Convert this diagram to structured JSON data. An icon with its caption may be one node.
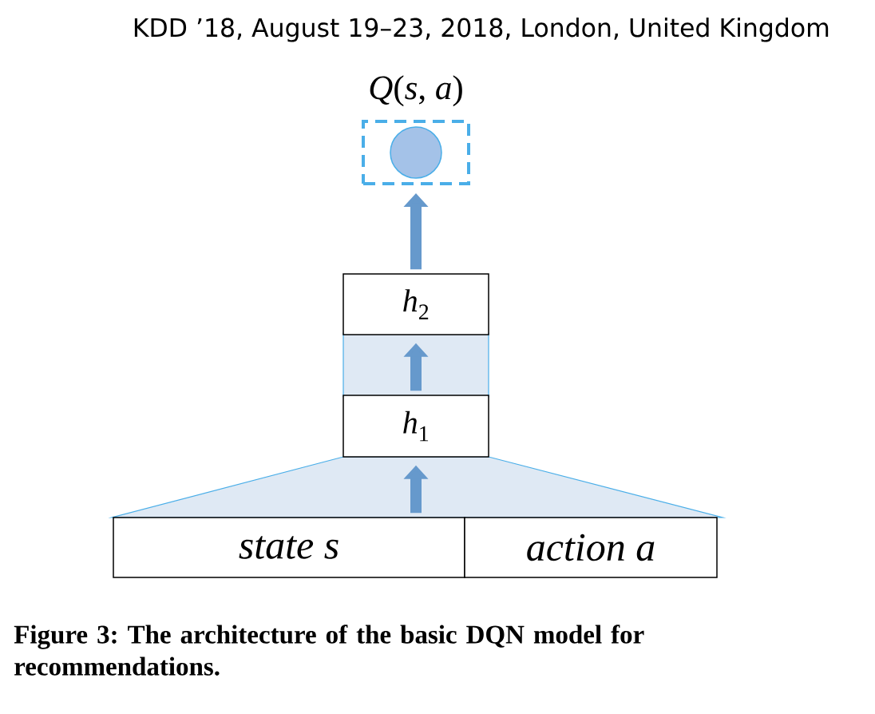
{
  "diagram": {
    "caption": "Figure 3: The architecture of the basic DQN model for recommendations.",
    "nodes": [
      {
        "text": [
          "*Q*(*s*, *a*)"
        ]
      },
      {
        "text": [],
        "shape": "circle",
        "in": 0
      },
      {
        "text": [
          "*h*$_{2}$"
        ]
      },
      {
        "text": [
          "*h*$_{1}$"
        ]
      },
      {
        "text": [
          "state s"
        ]
      },
      {
        "text": [
          "action a"
        ]
      }
    ],
    "edges": [
      {
        "from": 4,
        "to": 3,
        "arrow": "to"
      },
      {
        "from": 3,
        "to": 2,
        "arrow": "to"
      },
      {
        "from": 2,
        "to": 0,
        "arrow": "to"
      }
    ],
    "labels": [
      "KDD ’18, August 19–23, 2018, London, United Kingdom"
    ]
  }
}
